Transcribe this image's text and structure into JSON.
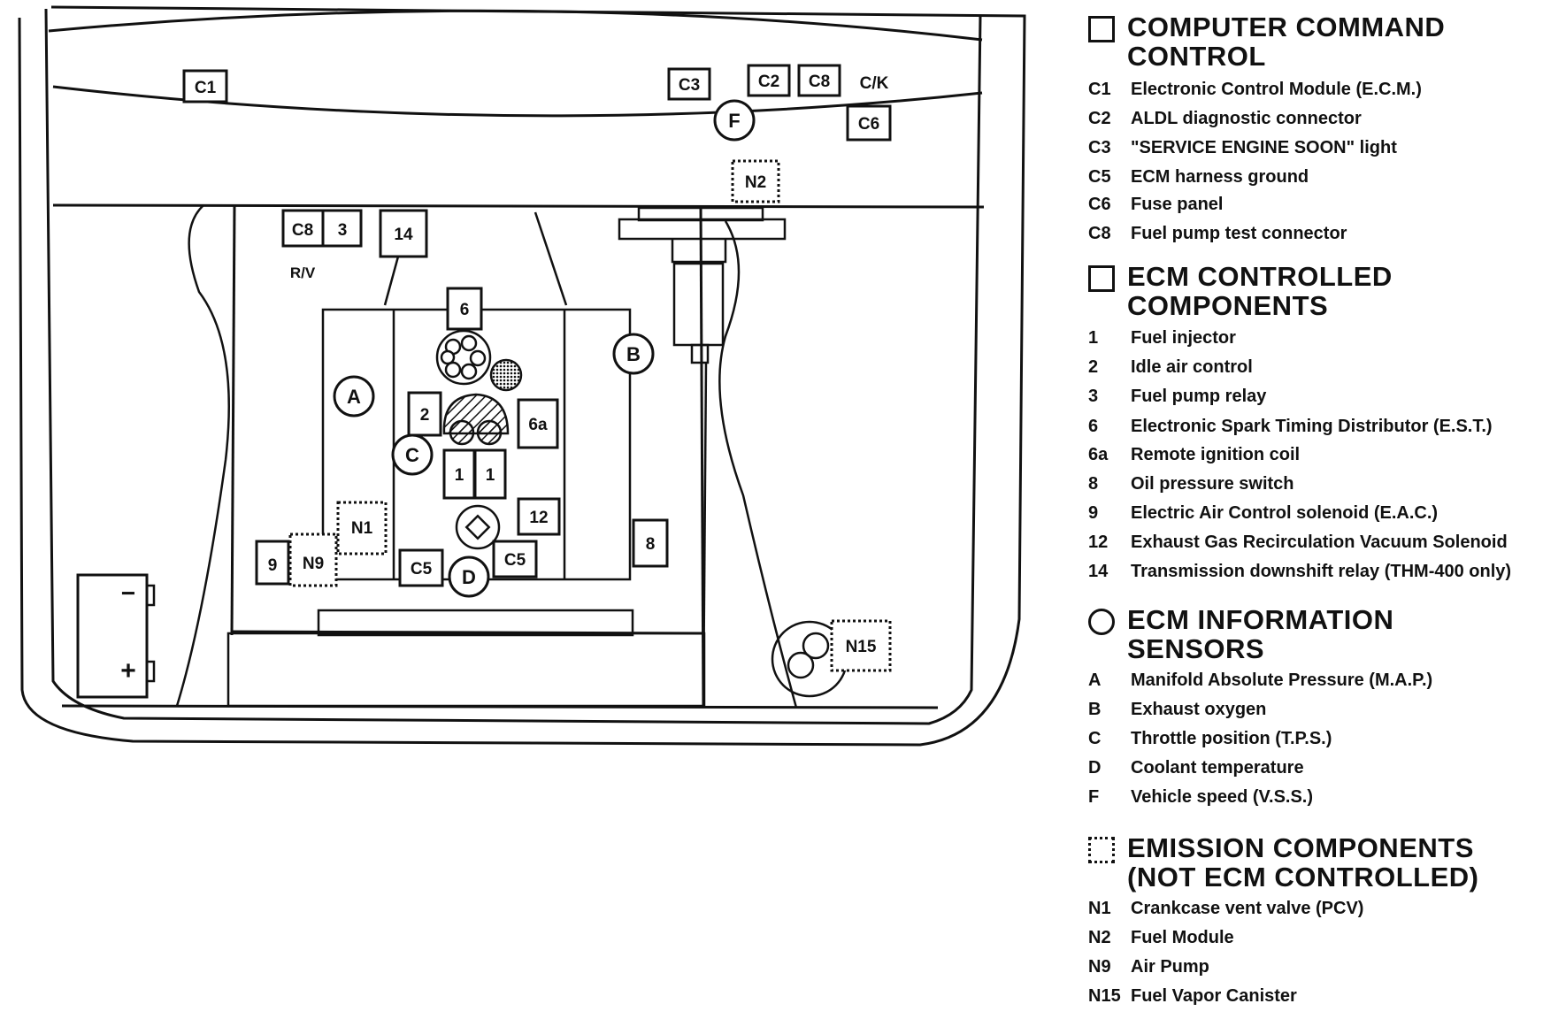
{
  "diagram": {
    "labels": {
      "c1": "C1",
      "c3": "C3",
      "c2": "C2",
      "c8_top": "C8",
      "ck": "C/K",
      "f": "F",
      "c6": "C6",
      "n2": "N2",
      "c8_left": "C8",
      "three": "3",
      "fourteen": "14",
      "rv": "R/V",
      "six": "6",
      "a": "A",
      "b": "B",
      "two": "2",
      "six_a": "6a",
      "c": "C",
      "one_a": "1",
      "one_b": "1",
      "twelve": "12",
      "n1": "N1",
      "nine": "9",
      "n9": "N9",
      "c5_a": "C5",
      "d": "D",
      "c5_b": "C5",
      "eight": "8",
      "n15": "N15",
      "battery_minus": "−",
      "battery_plus": "+"
    }
  },
  "legend": {
    "sections": [
      {
        "symbol": "solid-square",
        "title_line1": "COMPUTER COMMAND",
        "title_line2": "CONTROL",
        "items": [
          {
            "code": "C1",
            "text": "Electronic Control Module (E.C.M.)"
          },
          {
            "code": "C2",
            "text": "ALDL diagnostic connector"
          },
          {
            "code": "C3",
            "text": "\"SERVICE ENGINE SOON\" light"
          },
          {
            "code": "C5",
            "text": "ECM harness ground"
          },
          {
            "code": "C6",
            "text": "Fuse panel"
          },
          {
            "code": "C8",
            "text": "Fuel pump test connector"
          }
        ]
      },
      {
        "symbol": "solid-square",
        "title_line1": "ECM CONTROLLED",
        "title_line2": "COMPONENTS",
        "items": [
          {
            "code": "1",
            "text": "Fuel injector"
          },
          {
            "code": "2",
            "text": "Idle air control"
          },
          {
            "code": "3",
            "text": "Fuel pump relay"
          },
          {
            "code": "6",
            "text": "Electronic Spark Timing Distributor (E.S.T.)"
          },
          {
            "code": "6a",
            "text": "Remote ignition coil"
          },
          {
            "code": "8",
            "text": "Oil pressure switch"
          },
          {
            "code": "9",
            "text": "Electric Air Control solenoid (E.A.C.)"
          },
          {
            "code": "12",
            "text": "Exhaust Gas Recirculation Vacuum Solenoid"
          },
          {
            "code": "14",
            "text": "Transmission downshift relay (THM-400 only)"
          }
        ]
      },
      {
        "symbol": "circle",
        "title_line1": "ECM INFORMATION",
        "title_line2": "SENSORS",
        "items": [
          {
            "code": "A",
            "text": "Manifold Absolute Pressure (M.A.P.)"
          },
          {
            "code": "B",
            "text": "Exhaust oxygen"
          },
          {
            "code": "C",
            "text": "Throttle position (T.P.S.)"
          },
          {
            "code": "D",
            "text": "Coolant temperature"
          },
          {
            "code": "F",
            "text": "Vehicle speed (V.S.S.)"
          }
        ]
      },
      {
        "symbol": "dotted-square",
        "title_line1": "EMISSION COMPONENTS",
        "title_line2": "(NOT ECM CONTROLLED)",
        "items": [
          {
            "code": "N1",
            "text": "Crankcase vent valve (PCV)"
          },
          {
            "code": "N2",
            "text": "Fuel Module"
          },
          {
            "code": "N9",
            "text": "Air Pump"
          },
          {
            "code": "N15",
            "text": "Fuel Vapor Canister"
          }
        ]
      }
    ]
  }
}
